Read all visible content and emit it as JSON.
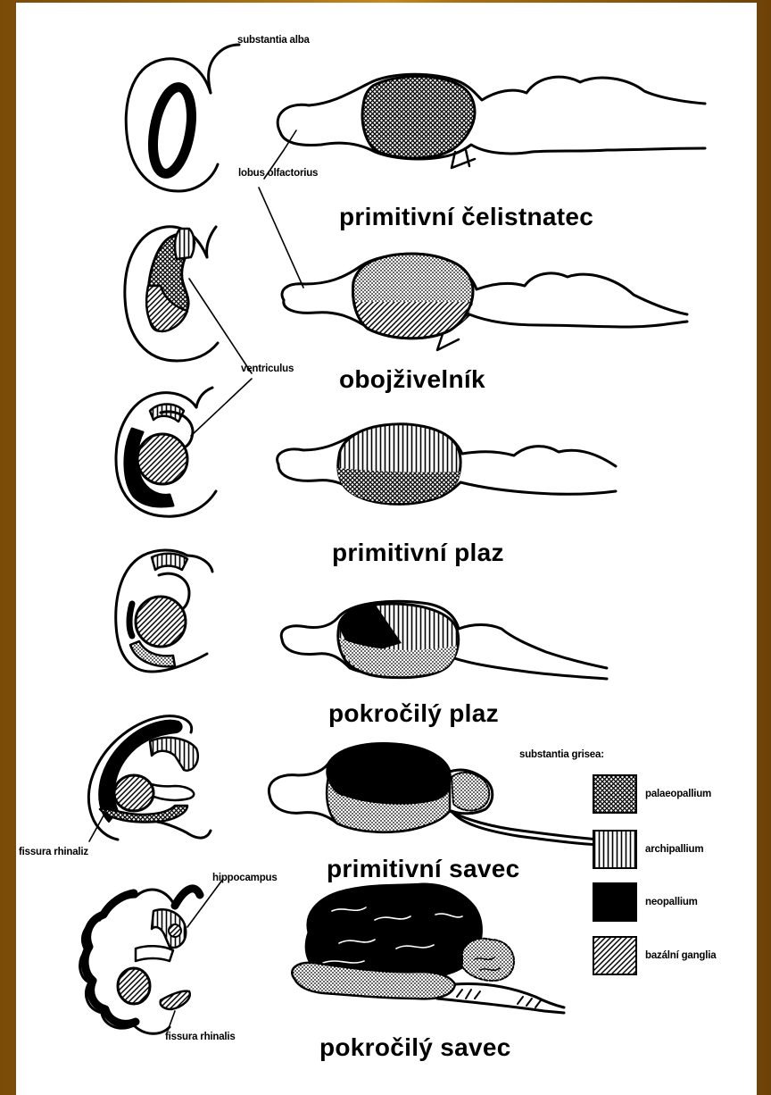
{
  "labels": {
    "substantia_alba": "substantia alba",
    "lobus_olfactorius": "lobus olfactorius",
    "ventriculus": "ventriculus",
    "fissura_rhinaliz": "fissura rhinaliz",
    "hippocampus": "hippocampus",
    "fissura_rhinalis": "fissura rhinalis"
  },
  "stages": [
    {
      "title": "primitivní čelistnatec"
    },
    {
      "title": "obojživelník"
    },
    {
      "title": "primitivní plaz"
    },
    {
      "title": "pokročilý plaz"
    },
    {
      "title": "primitivní savec"
    },
    {
      "title": "pokročilý savec"
    }
  ],
  "legend": {
    "heading": "substantia grisea:",
    "items": [
      {
        "label": "palaeopallium",
        "pattern": "crosshatch"
      },
      {
        "label": "archipallium",
        "pattern": "vertical-lines"
      },
      {
        "label": "neopallium",
        "pattern": "solid-black"
      },
      {
        "label": "bazální ganglia",
        "pattern": "diagonal-lines"
      }
    ]
  },
  "colors": {
    "frame_border": "#a86e12",
    "ink": "#000000",
    "paper": "#ffffff"
  }
}
